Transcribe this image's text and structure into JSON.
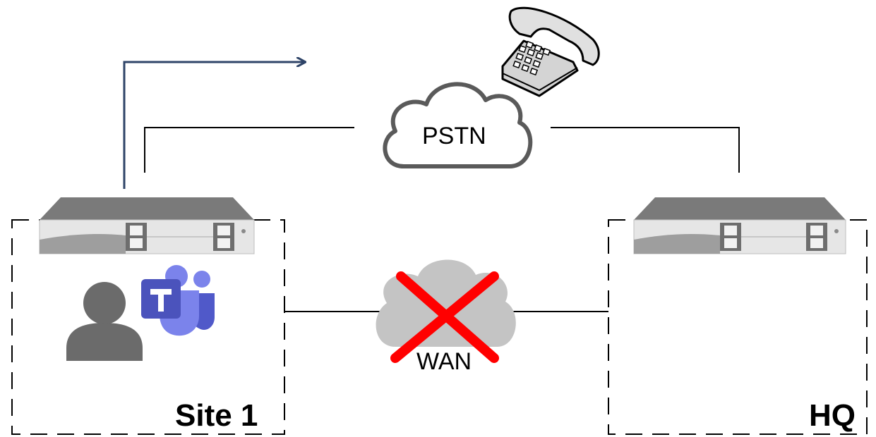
{
  "pstn": {
    "label": "PSTN"
  },
  "wan": {
    "label": "WAN",
    "status": "down"
  },
  "site1": {
    "label": "Site 1"
  },
  "hq": {
    "label": "HQ"
  },
  "colors": {
    "arrow": "#2f4468",
    "cross": "#ff0000",
    "pstn_cloud_stroke": "#5a5a5a",
    "wan_cloud_fill": "#c4c4c4",
    "server_dark": "#7a7a7a",
    "teams_purple": "#5b5fc7",
    "user_gray": "#6b6b6b"
  },
  "icons": {
    "phone": "telephone-icon",
    "teams": "microsoft-teams-icon",
    "user": "user-icon",
    "server": "server-icon"
  }
}
